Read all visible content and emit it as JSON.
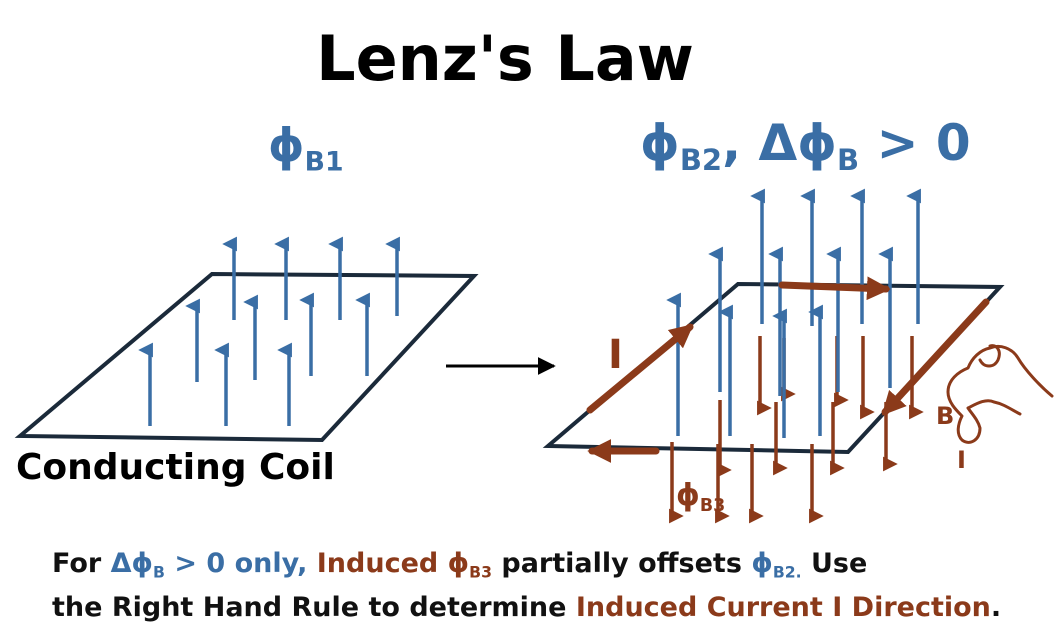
{
  "title": "Lenz's Law",
  "flux_labels": {
    "initial_symbol": "ϕ",
    "initial_sub": "B1",
    "final_symbol": "ϕ",
    "final_sub": "B2",
    "final_rest": ", Δϕ",
    "final_rest_sub": "B",
    "final_condition": " > 0",
    "induced_symbol": "ϕ",
    "induced_sub": "B3"
  },
  "coil_label": "Conducting Coil",
  "current_label": "I",
  "hand_labels": {
    "b": "B",
    "i": "I"
  },
  "caption": {
    "line1": {
      "p1": "For ",
      "p2_blue": "Δϕ",
      "p2_sub": "B",
      "p3_blue": " > 0 only, ",
      "p4_brown": "Induced ϕ",
      "p4_sub": "B3",
      "p5": " partially offsets ",
      "p6_blue": "ϕ",
      "p6_sub": "B2.",
      "p7": " Use"
    },
    "line2": {
      "p1": "the Right Hand Rule to determine ",
      "p2_brown": "Induced Current I Direction",
      "p3": "."
    }
  },
  "colors": {
    "field_blue": "#3a6ea5",
    "induced_brown": "#8b3a1a",
    "coil_outline": "#1b2a3a",
    "text": "#000000"
  },
  "icons": {
    "arrow": "right-arrow-icon",
    "hand": "right-hand-rule-icon"
  }
}
